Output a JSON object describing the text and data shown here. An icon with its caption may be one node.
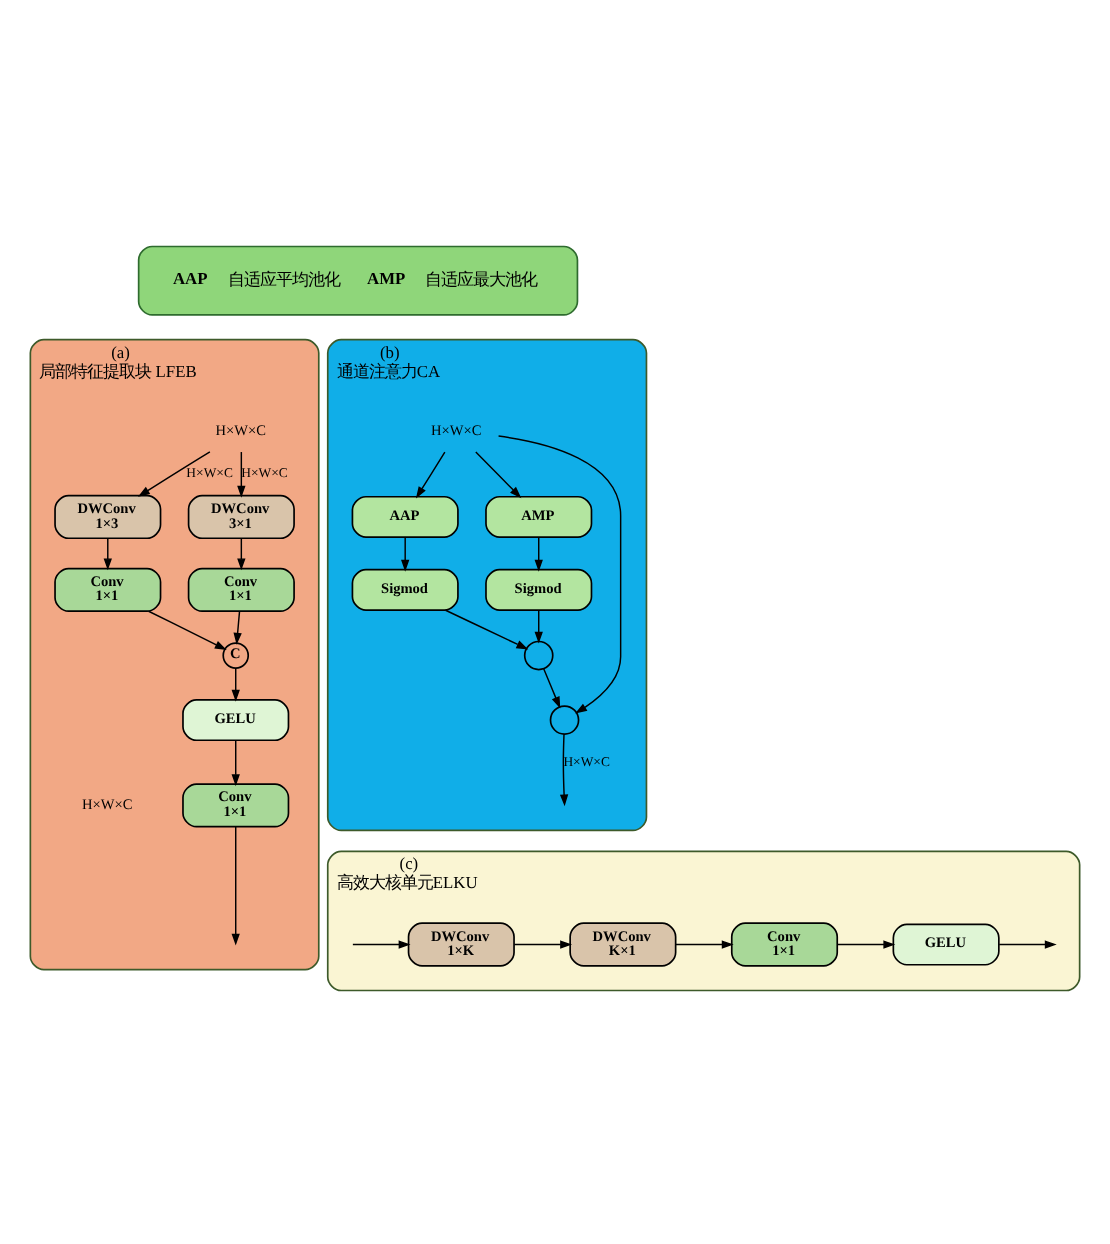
{
  "diagram": {
    "nodes": [
      {
        "text": [
          "AAP",
          "自适应平均池化",
          "AMP",
          "自适应最大池化"
        ]
      },
      {
        "text": [
          "(a)",
          "局部特征提取块 LFEB"
        ]
      },
      {
        "text": [
          "H×W×C"
        ],
        "in": 1
      },
      {
        "text": [
          "DWConv 1×3"
        ],
        "in": 1
      },
      {
        "text": [
          "DWConv 3×1"
        ],
        "in": 1
      },
      {
        "text": [
          "Conv 1×1"
        ],
        "in": 1
      },
      {
        "text": [
          "Conv 1×1"
        ],
        "in": 1
      },
      {
        "text": [
          "C"
        ],
        "in": 1
      },
      {
        "text": [
          "GELU"
        ],
        "in": 1
      },
      {
        "text": [
          "Conv 1×1"
        ],
        "in": 1
      },
      {
        "text": [
          "(b)",
          "通道注意力CA"
        ]
      },
      {
        "text": [
          "H×W×C"
        ],
        "in": 10
      },
      {
        "text": [
          "AAP"
        ],
        "in": 10
      },
      {
        "text": [
          "AMP"
        ],
        "in": 10
      },
      {
        "text": [
          "Sigmod"
        ],
        "in": 10
      },
      {
        "text": [
          "Sigmod"
        ],
        "in": 10
      },
      {
        "text": [],
        "shape": "circle",
        "in": 10
      },
      {
        "text": [],
        "shape": "circle",
        "in": 10
      },
      {
        "text": [
          "(c)",
          "高效大核单元ELKU"
        ]
      },
      {
        "text": [
          "DWConv 1×K"
        ],
        "in": 18
      },
      {
        "text": [
          "DWConv K×1"
        ],
        "in": 18
      },
      {
        "text": [
          "Conv 1×1"
        ],
        "in": 18
      },
      {
        "text": [
          "GELU"
        ],
        "in": 18
      }
    ],
    "edges": [
      {
        "from": 2,
        "to": 3,
        "arrow": "to",
        "label": "H×W×C"
      },
      {
        "from": 2,
        "to": 4,
        "arrow": "to",
        "label": "H×W×C"
      },
      {
        "from": 3,
        "to": 5,
        "arrow": "to"
      },
      {
        "from": 4,
        "to": 6,
        "arrow": "to"
      },
      {
        "from": 5,
        "to": 7,
        "arrow": "to"
      },
      {
        "from": 6,
        "to": 7,
        "arrow": "to"
      },
      {
        "from": 7,
        "to": 8,
        "arrow": "to"
      },
      {
        "from": 8,
        "to": 9,
        "arrow": "to"
      },
      {
        "from": 9,
        "to": null,
        "arrow": "to"
      },
      {
        "from": 11,
        "to": 12,
        "arrow": "to"
      },
      {
        "from": 11,
        "to": 13,
        "arrow": "to"
      },
      {
        "from": 11,
        "to": 17,
        "arrow": "to"
      },
      {
        "from": 12,
        "to": 14,
        "arrow": "to"
      },
      {
        "from": 13,
        "to": 15,
        "arrow": "to"
      },
      {
        "from": 14,
        "to": 16,
        "arrow": "to"
      },
      {
        "from": 15,
        "to": 16,
        "arrow": "to"
      },
      {
        "from": 16,
        "to": 17,
        "arrow": "to"
      },
      {
        "from": 17,
        "to": null,
        "arrow": "to",
        "label": "H×W×C"
      },
      {
        "from": null,
        "to": 19,
        "arrow": "to"
      },
      {
        "from": 19,
        "to": 20,
        "arrow": "to"
      },
      {
        "from": 20,
        "to": 21,
        "arrow": "to"
      },
      {
        "from": 21,
        "to": 22,
        "arrow": "to"
      },
      {
        "from": 22,
        "to": null,
        "arrow": "to"
      }
    ],
    "labels": [
      "H×W×C"
    ]
  }
}
